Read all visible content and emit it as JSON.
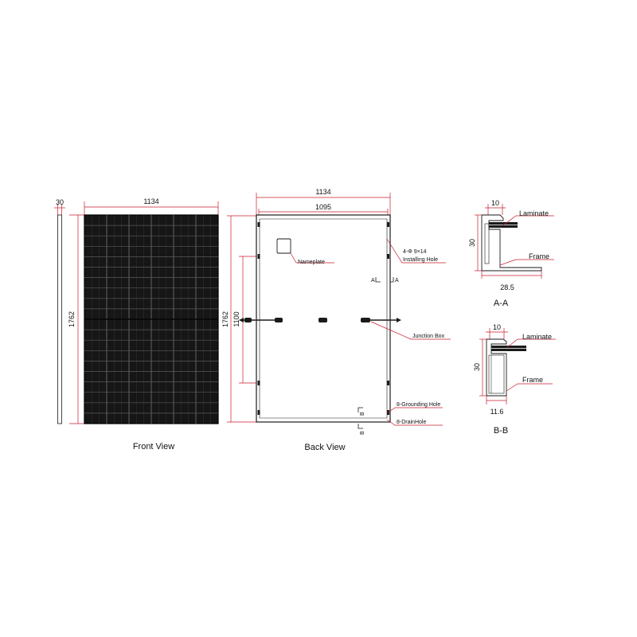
{
  "colors": {
    "dimension_line": "#c81c2c",
    "panel_fill": "#161616",
    "outline": "#1a1a1a"
  },
  "side_view": {
    "thickness": "30",
    "height": "1762"
  },
  "front_view": {
    "width": "1134",
    "height": "1762",
    "caption": "Front View"
  },
  "back_view": {
    "outer_width": "1134",
    "inner_width": "1095",
    "height": "1762",
    "mounting_span": "1100",
    "caption": "Back View",
    "labels": {
      "nameplate": "Nameplate",
      "installing_hole_spec": "4-Φ 9×14",
      "installing_hole": "Installing Hole",
      "junction_box": "Junction Box",
      "grounding_hole": "8-Grounding Hole",
      "drain_hole": "8-DrainHole"
    },
    "section_marks": {
      "a_left": "A",
      "a_right": "A",
      "b_left": "B",
      "b_right": "B"
    }
  },
  "section_aa": {
    "top_width": "10",
    "height": "30",
    "bottom_width": "28.5",
    "laminate": "Laminate",
    "frame": "Frame",
    "title": "A-A"
  },
  "section_bb": {
    "top_width": "10",
    "height": "30",
    "bottom_width": "11.6",
    "laminate": "Laminate",
    "frame": "Frame",
    "title": "B-B"
  }
}
